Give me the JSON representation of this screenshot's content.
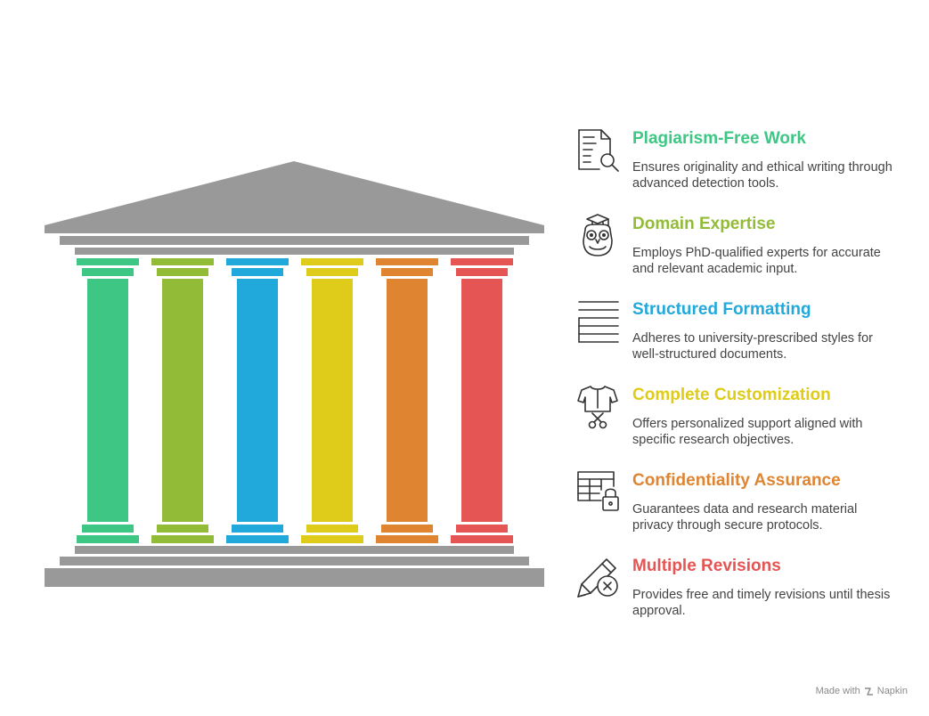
{
  "colors": {
    "roof": "#999999",
    "pillars": [
      "#3ec784",
      "#92bc38",
      "#21a9dc",
      "#dfcb19",
      "#df8431",
      "#e55553"
    ]
  },
  "items": [
    {
      "title": "Plagiarism-Free Work",
      "desc": "Ensures originality and ethical writing through advanced detection tools.",
      "color": "#3ec784",
      "icon": "document-search-icon"
    },
    {
      "title": "Domain Expertise",
      "desc": "Employs PhD-qualified experts for accurate and relevant academic input.",
      "color": "#92bc38",
      "icon": "graduate-owl-icon"
    },
    {
      "title": "Structured Formatting",
      "desc": "Adheres to university-prescribed styles for well-structured documents.",
      "color": "#21a9dc",
      "icon": "text-lines-icon"
    },
    {
      "title": "Complete Customization",
      "desc": "Offers personalized support aligned with specific research objectives.",
      "color": "#dfcb19",
      "icon": "shirt-scissors-icon"
    },
    {
      "title": "Confidentiality Assurance",
      "desc": "Guarantees data and research material privacy through secure protocols.",
      "color": "#df8431",
      "icon": "table-lock-icon"
    },
    {
      "title": "Multiple Revisions",
      "desc": "Provides free and timely revisions until thesis approval.",
      "color": "#e55553",
      "icon": "pencil-cancel-icon"
    }
  ],
  "credit": {
    "prefix": "Made with",
    "brand": "Napkin"
  }
}
